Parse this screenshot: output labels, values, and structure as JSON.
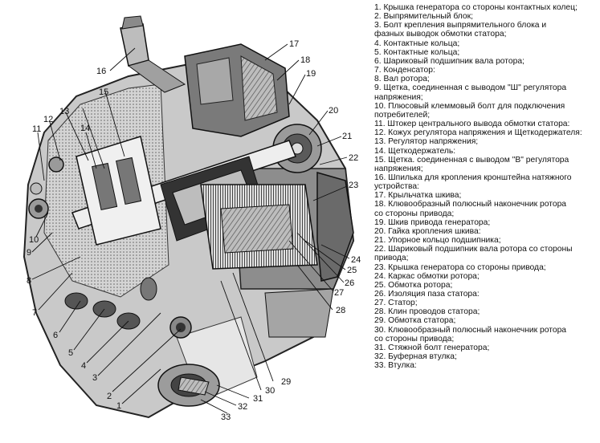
{
  "diagram": {
    "callouts": [
      "1",
      "2",
      "3",
      "4",
      "5",
      "6",
      "7",
      "8",
      "9",
      "10",
      "11",
      "12",
      "13",
      "14",
      "15",
      "16",
      "17",
      "18",
      "19",
      "20",
      "21",
      "22",
      "23",
      "24",
      "25",
      "26",
      "27",
      "28",
      "29",
      "30",
      "31",
      "32",
      "33"
    ]
  },
  "legend": {
    "items": [
      "1. Крышка генератора со стороны контактных колец;",
      "2. Выпрямительный блок;",
      "3. Болт крепления выпрямительного блока и",
      "фазных выводок обмотки статора;",
      "4. Контактные кольца;",
      "5. Контактные кольца;",
      "6. Шариковый подшипник вала ротора;",
      "7. Конденсатор:",
      "8. Вал ротора;",
      "9. Щетка, соединенная с выводом \"Ш\" регулятора",
      "напряжения;",
      "10. Плюсовый клеммовый болт для подключения",
      "потребителей;",
      "11. Штокер центрального вывода обмотки статора:",
      "12. Кожух регулятора напряжения и Щеткодержателя:",
      "13. Регулятор напряжения;",
      "14. Щеткодержатель:",
      "15. Щетка. соединенная с выводом \"В\" регулятора",
      "напряжения;",
      "16. Шпилька для кропления кронштейна натяжного",
      "устройства:",
      "17. Крыльчатка шкива;",
      "18. Клювообразный полюсный наконечник ротора",
      "со стороны привода;",
      "19. Шкив привода генератора;",
      "20. Гайка кропления шкива:",
      "21. Упорное кольцо подшипника;",
      "22. Шариковый подшипник вала ротора со стороны",
      "привода;",
      "23. Крышка генератора со стороны привода;",
      "24. Каркас обмотки ротора;",
      "25. Обмотка ротора;",
      "26. Изоляция паза статора:",
      "27. Статор;",
      "28. Клин проводов статора;",
      "29. Обмотка статора;",
      "30. Клювообразный полюсный наконечник ротора",
      "со стороны привода;",
      "31. Стяжной болт генератора;",
      "32. Буферная втулка;",
      "33. Втулка:"
    ]
  }
}
